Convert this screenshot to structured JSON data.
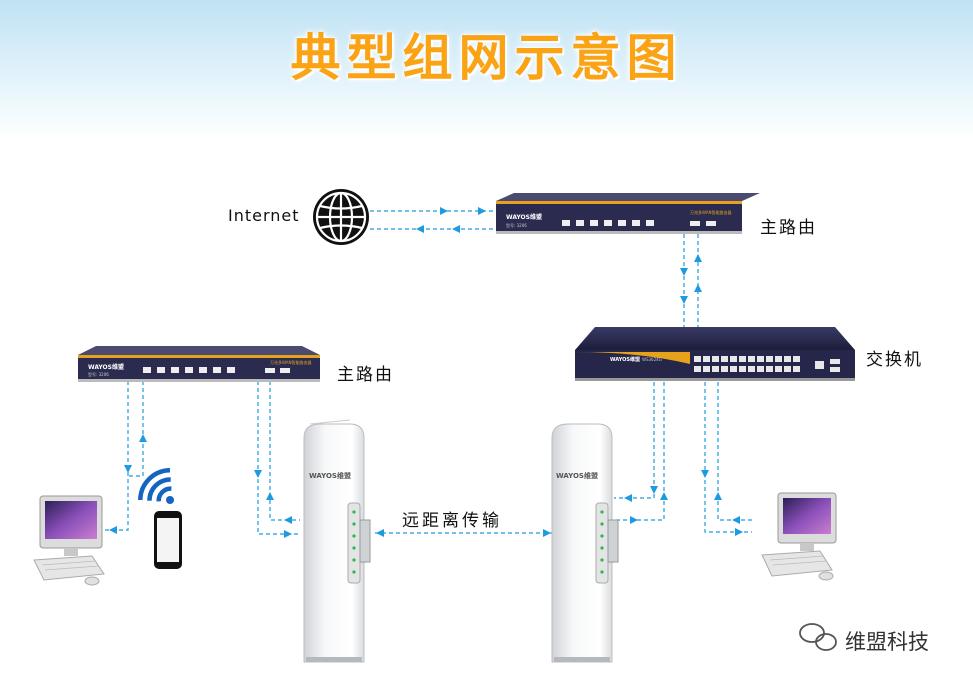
{
  "title": "典型组网示意图",
  "labels": {
    "internet": "Internet",
    "main_router_top": "主路由",
    "main_router_left": "主路由",
    "switch": "交换机",
    "long_distance": "远距离传输"
  },
  "device_text": {
    "router_brand": "WAYOS维盟",
    "router_model": "型号: 3206",
    "router_series": "万兆多WAN智能路由器",
    "switch_brand": "WAYOS维盟",
    "switch_model": "WS3624G",
    "cpe_brand": "WAYOS维盟"
  },
  "watermark": "维盟科技",
  "colors": {
    "title": "#f9a315",
    "link": "#1e9be0",
    "device_body": "#27284e",
    "accent_stripe": "#e6a21c"
  },
  "icons": [
    "globe-icon",
    "wifi-signal-icon",
    "smartphone-icon",
    "desktop-computer-icon",
    "wechat-icon"
  ]
}
